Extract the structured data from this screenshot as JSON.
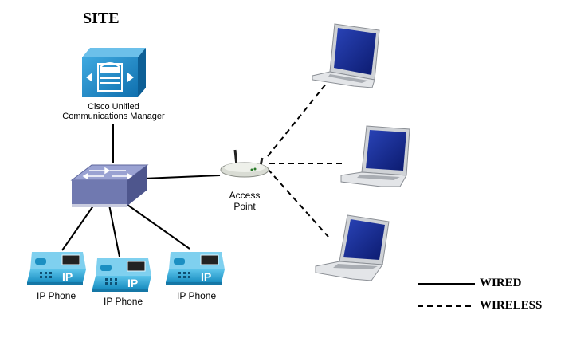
{
  "site": {
    "title": "SITE"
  },
  "cucm": {
    "line1": "Cisco Unified",
    "line2": "Communications Manager",
    "icon": "call-manager-icon"
  },
  "access_point": {
    "line1": "Access",
    "line2": "Point",
    "icon": "wireless-access-point-icon"
  },
  "switch": {
    "icon": "network-switch-icon"
  },
  "phones": [
    {
      "label": "IP Phone",
      "badge": "IP"
    },
    {
      "label": "IP Phone",
      "badge": "IP"
    },
    {
      "label": "IP Phone",
      "badge": "IP"
    }
  ],
  "laptops": [
    {
      "icon": "laptop-icon"
    },
    {
      "icon": "laptop-icon"
    },
    {
      "icon": "laptop-icon"
    }
  ],
  "legend": {
    "wired": "WIRED",
    "wireless": "WIRELESS"
  },
  "colors": {
    "phone": "#2aa6d6",
    "cucm": "#1c86c4",
    "switch": "#7079b0",
    "laptop_screen": "#152a8f"
  }
}
